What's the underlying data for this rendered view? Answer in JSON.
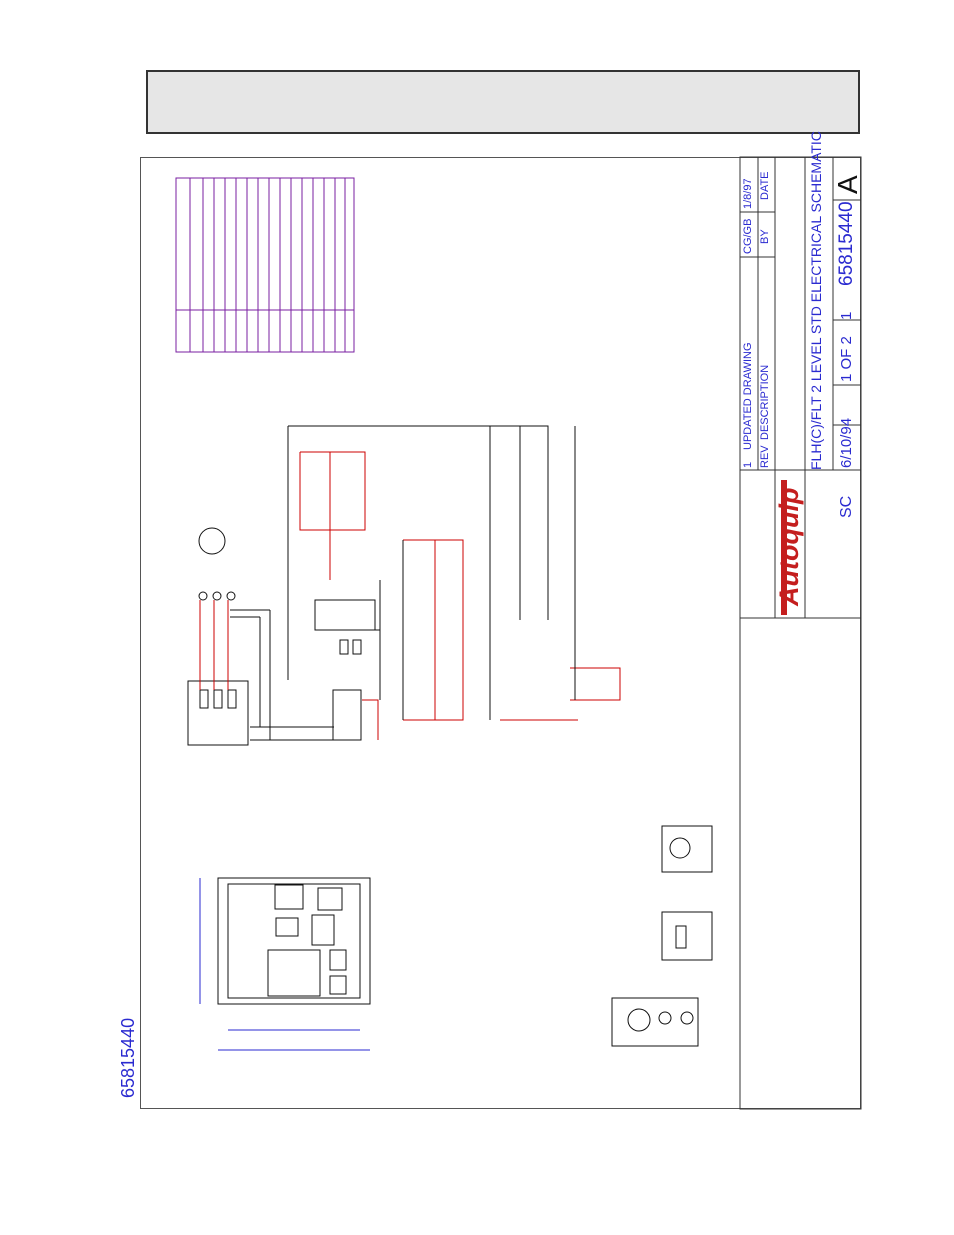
{
  "document": {
    "side_number": "65815440"
  },
  "title_block": {
    "revision_rows": [
      {
        "rev": "1",
        "description": "UPDATED DRAWING",
        "by": "CG/GB",
        "date": "1/8/97"
      }
    ],
    "col_rev": "REV",
    "col_description": "DESCRIPTION",
    "col_by": "BY",
    "col_date": "DATE",
    "brand": "Autoquip",
    "title": "FLH(C)/FLT 2 LEVEL STD ELECTRICAL SCHEMATIC",
    "drawn_by": "SC",
    "date": "6/10/94",
    "sheet": "1 OF 2",
    "rev": "1",
    "drawing_number": "65815440",
    "size": "A"
  },
  "colors": {
    "wire_red": "#cc0000",
    "legend_purple": "#7a1fa2",
    "annotation_blue": "#2a2ad0",
    "line_black": "#111111",
    "brand_red": "#c41e1e"
  }
}
